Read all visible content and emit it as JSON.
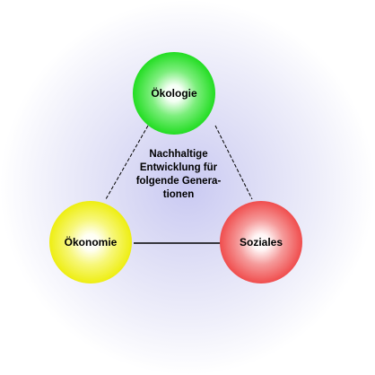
{
  "colors": {
    "halo_center": "#c9c9f2",
    "halo_edge": "#ffffff",
    "ecology": "#22dd22",
    "economy": "#eeee11",
    "social": "#f04d4d",
    "connector": "#000000"
  },
  "nodes": {
    "ecology": {
      "label": "Ökologie"
    },
    "economy": {
      "label": "Ökonomie"
    },
    "social": {
      "label": "Soziales"
    }
  },
  "center": {
    "lines": [
      "Nachhaltige",
      "Entwicklung für",
      "folgende Genera-",
      "tionen"
    ]
  }
}
